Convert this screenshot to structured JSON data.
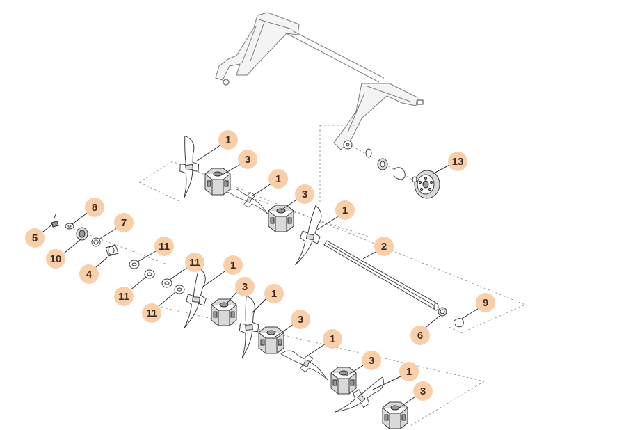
{
  "callouts": [
    {
      "id": "c1a",
      "label": "1"
    },
    {
      "id": "c3a",
      "label": "3"
    },
    {
      "id": "c1b",
      "label": "1"
    },
    {
      "id": "c3b",
      "label": "3"
    },
    {
      "id": "c1c",
      "label": "1"
    },
    {
      "id": "c2",
      "label": "2"
    },
    {
      "id": "c13",
      "label": "13"
    },
    {
      "id": "c8",
      "label": "8"
    },
    {
      "id": "c5",
      "label": "5"
    },
    {
      "id": "c7",
      "label": "7"
    },
    {
      "id": "c10",
      "label": "10"
    },
    {
      "id": "c4",
      "label": "4"
    },
    {
      "id": "c11a",
      "label": "11"
    },
    {
      "id": "c11b",
      "label": "11"
    },
    {
      "id": "c11c",
      "label": "11"
    },
    {
      "id": "c11d",
      "label": "11"
    },
    {
      "id": "c1d",
      "label": "1"
    },
    {
      "id": "c3c",
      "label": "3"
    },
    {
      "id": "c1e",
      "label": "1"
    },
    {
      "id": "c3d",
      "label": "3"
    },
    {
      "id": "c1f",
      "label": "1"
    },
    {
      "id": "c3e",
      "label": "3"
    },
    {
      "id": "c1g",
      "label": "1"
    },
    {
      "id": "c3f",
      "label": "3"
    },
    {
      "id": "c9",
      "label": "9"
    },
    {
      "id": "c6",
      "label": "6"
    }
  ],
  "colors": {
    "callout_fill": "#f9cfaa",
    "callout_text": "#3a2a20",
    "line": "#2b2b2b"
  }
}
